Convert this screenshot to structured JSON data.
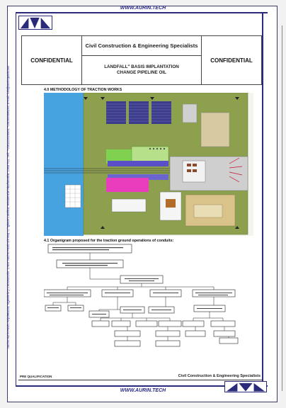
{
  "page": {
    "url_top": "WWW.AURIN.TECH",
    "url_bottom": "WWW.AURIN.TECH",
    "side_text": "Aurinn Aurin Pavlo, Arquitectura, Ingeniería y Construcción. Cntra. Aurinn Pavlo S/n esq. C/ Iglesia Católica, Residencial Abulfamakia, Casa #11, Telf.: +240222516493, +240555596255, E-mail: info@aurinnpavlo.net",
    "colors": {
      "brand_navy": "#2a2a7a",
      "frame_red": "#c8102e",
      "plan_green": "#8ca04e",
      "water_blue": "#46a3e0"
    }
  },
  "header": {
    "left_label": "CONFIDENTIAL",
    "right_label": "CONFIDENTIAL",
    "company": "Civil Construction & Engineering Specialists",
    "title_line1": "LANDFALL\" BASIS IMPLANTATION",
    "title_line2": "CHANGE PIPELINE OIL"
  },
  "sections": {
    "methodology": "4.0 METHODOLOGY OF TRACTION WORKS",
    "organigram": "4.1 Organigram proposed for the traction ground operations of conduits:"
  },
  "footer": {
    "left": "PRE QUALIFICATION",
    "right": "Civil Construction & Engineering Specialists"
  }
}
